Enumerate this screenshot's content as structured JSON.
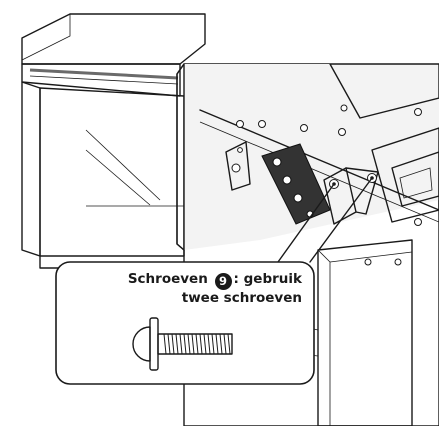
{
  "callout": {
    "label_prefix": "Schroeven",
    "badge_number": "9",
    "label_suffix": ": gebruik",
    "line2": "twee schroeven"
  },
  "colors": {
    "line": "#1a1a1a",
    "panel_light": "#f2f2f2",
    "panel_mid": "#e3e3e3",
    "panel_dark": "#cfcfcf",
    "bracket_dark": "#333333"
  }
}
